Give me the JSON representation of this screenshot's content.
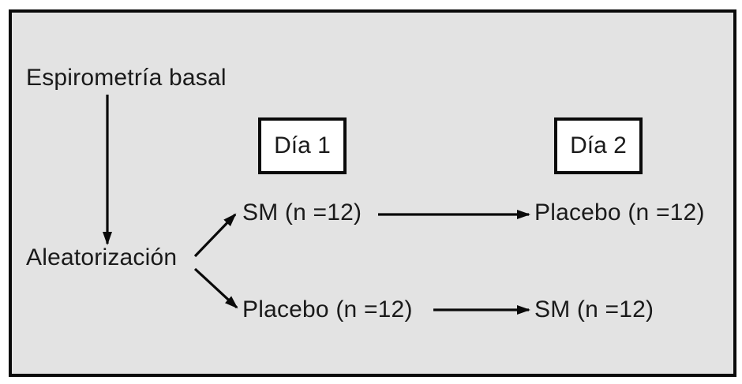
{
  "diagram": {
    "title_note": "Crossover study flow diagram",
    "colors": {
      "canvas_background": "#e3e3e3",
      "frame_border": "#0a0a0a",
      "box_background": "#ffffff",
      "text": "#1a1a1a",
      "arrow": "#0a0a0a"
    },
    "nodes": {
      "baseline": "Espirometría basal",
      "randomization": "Aleatorización",
      "day1_label": "Día 1",
      "day2_label": "Día 2",
      "arm1_day1": "SM (n =12)",
      "arm1_day2": "Placebo (n =12)",
      "arm2_day1": "Placebo (n =12)",
      "arm2_day2": "SM (n =12)"
    },
    "arrows": [
      "baseline-to-randomization",
      "randomization-to-arm1",
      "randomization-to-arm2",
      "arm1-day1-to-day2",
      "arm2-day1-to-day2"
    ]
  }
}
